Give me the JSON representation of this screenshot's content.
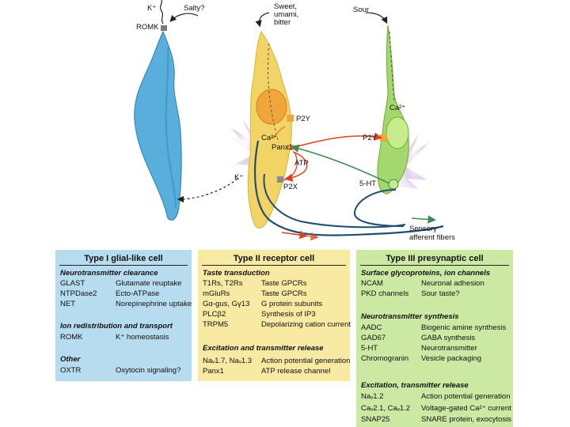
{
  "diagram": {
    "labels": {
      "k_top": "K⁺",
      "salty": "Salty?",
      "romk": "ROMK",
      "sweet": "Sweet,\numami,\nbitter",
      "sour": "Sour",
      "p2y_left": "P2Y",
      "ca_left": "Ca²⁺",
      "panx1": "Panx1",
      "atp": "ATP",
      "k_mid": "K⁺",
      "p2x": "P2X",
      "p2y_right": "P2Y",
      "ca_right": "Ca²⁺",
      "ht5": "5-HT",
      "sensory": "Sensory\nafferent fibers"
    },
    "colors": {
      "type1": "#5aaedb",
      "type2": "#f2d466",
      "type3": "#a4d86c",
      "nerve": "#1f4e6e",
      "orange_arrow": "#d9431e",
      "green_arrow": "#3f8a52",
      "nucleus": "#f0a63a"
    }
  },
  "panels": [
    {
      "title": "Type I glial-like cell",
      "color": "#b7dcef",
      "sections": [
        {
          "heading": "Neurotransmitter clearance",
          "rows": [
            [
              "GLAST",
              "Glutamate reuptake"
            ],
            [
              "NTPDase2",
              "Ecto-ATPase"
            ],
            [
              "NET",
              "Norepinephrine uptake"
            ]
          ]
        },
        {
          "heading": "Ion redistribution and transport",
          "rows": [
            [
              "ROMK",
              "K⁺ homeostasis"
            ]
          ]
        },
        {
          "heading": "Other",
          "rows": [
            [
              "OXTR",
              "Oxytocin signaling?"
            ]
          ]
        }
      ]
    },
    {
      "title": "Type II receptor cell",
      "color": "#f8e9a3",
      "sections": [
        {
          "heading": "Taste transduction",
          "rows": [
            [
              "T1Rs, T2Rs",
              "Taste GPCRs"
            ],
            [
              "mGluRs",
              "Taste GPCRs"
            ],
            [
              "Gα-gus, Gγ13",
              "G protein subunits"
            ],
            [
              "PLCβ2",
              "Synthesis of IP3"
            ],
            [
              "TRPM5",
              "Depolarizing cation current"
            ]
          ]
        },
        {
          "heading": "Excitation and transmitter release",
          "rows": [
            [
              "Naᵥ1.7, Naᵥ1.3",
              "Action potential generation"
            ],
            [
              "Panx1",
              "ATP release channel"
            ]
          ]
        }
      ]
    },
    {
      "title": "Type III presynaptic cell",
      "color": "#cbe9a2",
      "sections": [
        {
          "heading": "Surface glycoproteins, ion channels",
          "rows": [
            [
              "NCAM",
              "Neuronal adhesion"
            ],
            [
              "PKD channels",
              "Sour taste?"
            ]
          ]
        },
        {
          "heading": "Neurotransmitter synthesis",
          "rows": [
            [
              "AADC",
              "Biogenic amine synthesis"
            ],
            [
              "GAD67",
              "GABA synthesis"
            ],
            [
              "5-HT",
              "Neurotransmitter"
            ],
            [
              "Chromogranin",
              "Vesicle packaging"
            ]
          ]
        },
        {
          "heading": "Excitation, transmitter release",
          "rows": [
            [
              "Naᵥ1.2",
              "Action potential generation"
            ],
            [
              "Caᵥ2.1, Caᵥ1.2",
              "Voltage-gated Ca²⁺ current"
            ],
            [
              "SNAP25",
              "SNARE protein, exocytosis"
            ]
          ]
        }
      ]
    }
  ]
}
